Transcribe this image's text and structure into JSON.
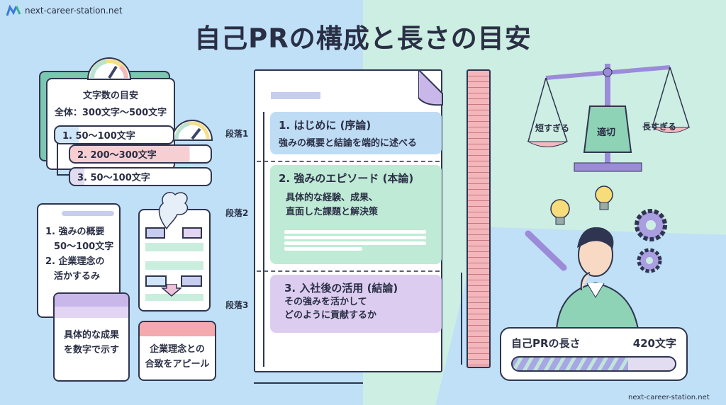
{
  "header": {
    "site": "next-career-station.net",
    "title": "自己PRの構成と長さの目安"
  },
  "guide": {
    "heading": "文字数の目安",
    "total": "全体：300文字〜500文字",
    "items": [
      "1. 50〜100文字",
      "2. 200〜300文字",
      "3. 50〜100文字"
    ]
  },
  "notes": {
    "outline": [
      "1. 強みの概要",
      "50〜100文字",
      "2. 企業理念の",
      "活かするみ"
    ],
    "results": [
      "具体的な成果",
      "を数字で示す"
    ],
    "appeal": [
      "企業理念との",
      "合致をアピール"
    ]
  },
  "document": {
    "paragraph_labels": [
      "段落1",
      "段落2",
      "段落3"
    ],
    "sections": [
      {
        "title": "1. はじめに (序論)",
        "body": [
          "強みの概要と結論を端的に述べる"
        ]
      },
      {
        "title": "2. 強みのエピソード (本論)",
        "body": [
          "具体的な経験、成果、",
          "直面した課題と解決策"
        ]
      },
      {
        "title": "3. 入社後の活用 (結論)",
        "body": [
          "その強みを活かして",
          "どのように貢献するか"
        ]
      }
    ]
  },
  "balance": {
    "left": "短すぎる",
    "center": "適切",
    "right": "長すぎる"
  },
  "length_meter": {
    "label": "自己PRの長さ",
    "value": "420文字",
    "progress_percent": 71
  },
  "footer": {
    "watermark": "next-career-station.net"
  },
  "colors": {
    "blue": "#cfe6f8",
    "green": "#c9eedd",
    "purple": "#e2d4f3",
    "pink": "#f7cfd3",
    "ink": "#2f3550"
  }
}
